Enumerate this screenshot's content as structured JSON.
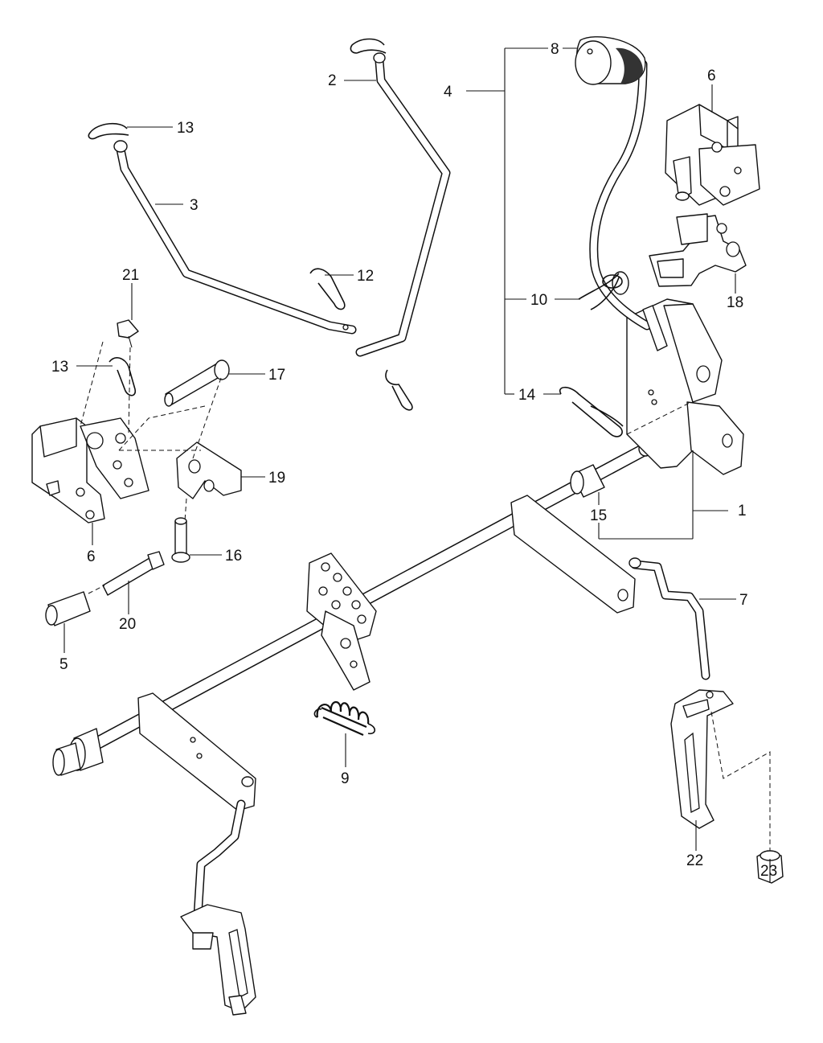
{
  "callouts": [
    {
      "id": "c1",
      "text": "1"
    },
    {
      "id": "c2",
      "text": "2"
    },
    {
      "id": "c3",
      "text": "3"
    },
    {
      "id": "c4",
      "text": "4"
    },
    {
      "id": "c5",
      "text": "5"
    },
    {
      "id": "c6a",
      "text": "6"
    },
    {
      "id": "c6b",
      "text": "6"
    },
    {
      "id": "c7",
      "text": "7"
    },
    {
      "id": "c8",
      "text": "8"
    },
    {
      "id": "c9",
      "text": "9"
    },
    {
      "id": "c10",
      "text": "10"
    },
    {
      "id": "c12",
      "text": "12"
    },
    {
      "id": "c13a",
      "text": "13"
    },
    {
      "id": "c13b",
      "text": "13"
    },
    {
      "id": "c14",
      "text": "14"
    },
    {
      "id": "c15",
      "text": "15"
    },
    {
      "id": "c16",
      "text": "16"
    },
    {
      "id": "c17",
      "text": "17"
    },
    {
      "id": "c18",
      "text": "18"
    },
    {
      "id": "c19",
      "text": "19"
    },
    {
      "id": "c20",
      "text": "20"
    },
    {
      "id": "c21",
      "text": "21"
    },
    {
      "id": "c22",
      "text": "22"
    },
    {
      "id": "c23",
      "text": "23"
    }
  ]
}
